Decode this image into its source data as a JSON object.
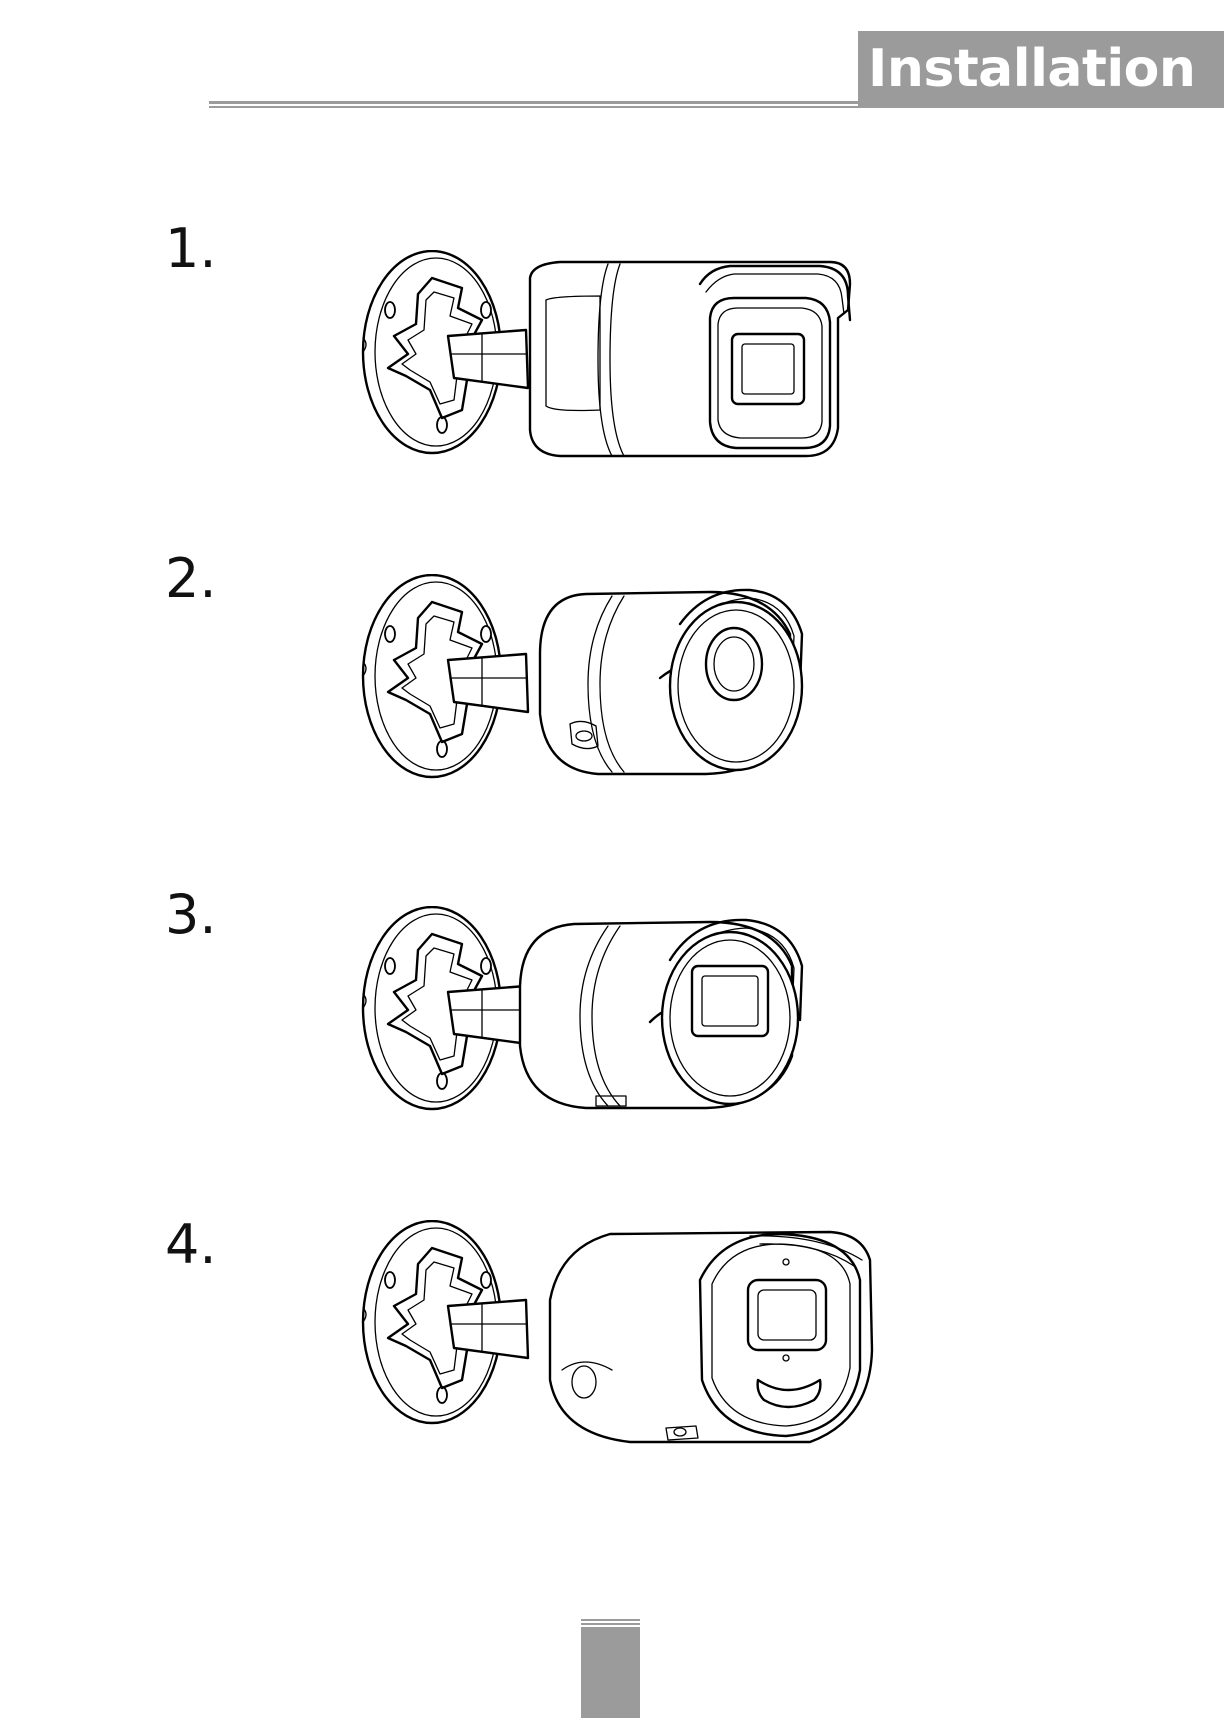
{
  "header": {
    "title": "Installation"
  },
  "steps": [
    {
      "number": "1."
    },
    {
      "number": "2."
    },
    {
      "number": "3."
    },
    {
      "number": "4."
    }
  ],
  "icons": [
    "mount-plate-icon",
    "bullet-camera-icon",
    "lens-icon",
    "ir-window-icon"
  ],
  "colors": {
    "header_band": "#9b9b9b",
    "header_text": "#ffffff",
    "line_art": "#000000"
  }
}
